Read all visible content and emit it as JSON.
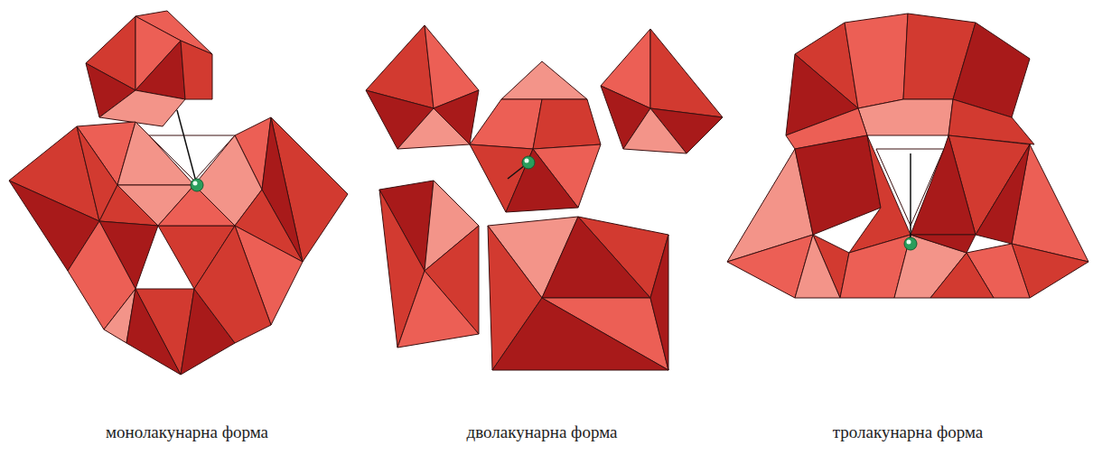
{
  "diagram": {
    "labels": [
      "монолакунарна форма",
      "дволакунарна форма",
      "тролакунарна форма"
    ]
  }
}
